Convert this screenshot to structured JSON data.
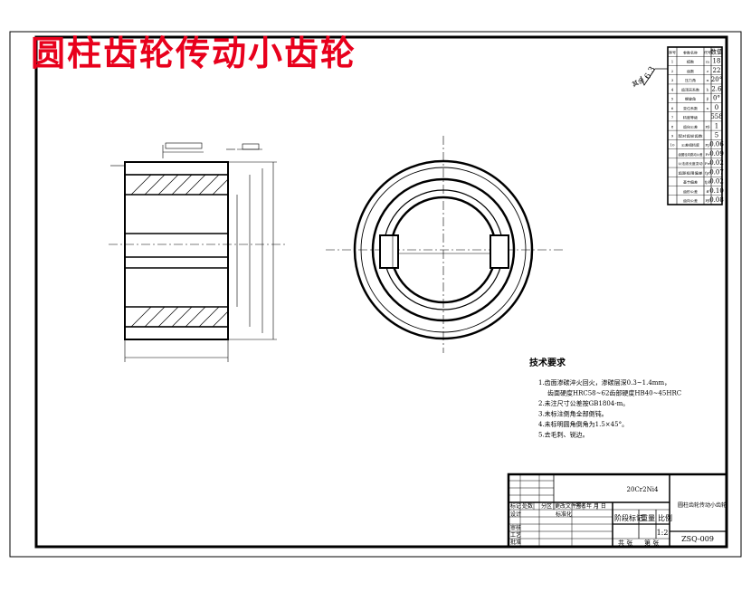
{
  "drawing": {
    "title": "圆柱齿轮传动小齿轮",
    "material": "20Cr2Ni4",
    "drawing_no": "ZSQ-009",
    "scale": "1:2",
    "title_block_labels": {
      "mark": "标记",
      "count": "处数",
      "zone": "分区",
      "change_doc": "更改文件号",
      "signature": "签名",
      "date": "年 月 日",
      "standardization": "标准化",
      "designer": "设计",
      "checker": "审核",
      "process": "工艺",
      "approve": "批准",
      "stage_mark": "阶段标记",
      "weight": "重量",
      "ratio": "比例",
      "sheet_total": "共 张",
      "sheet_no": "第 张"
    }
  },
  "roughness": {
    "value": "6.3",
    "note": "其余"
  },
  "technical_requirements": {
    "heading": "技术要求",
    "items": [
      "1.齿面渗碳淬火回火，渗碳层深0.3~1.4mm，",
      "齿面硬度HRC58~62齿部硬度HB40~45HRC",
      "2.未注尺寸公差按GB1804-m。",
      "3.未标注倒角全部倒钝。",
      "4.未标明圆角倒角为1.5×45°。",
      "5.去毛刺、锐边。"
    ]
  },
  "gear_table": {
    "headers": [
      "序号",
      "参数名称",
      "代号",
      "数值"
    ],
    "rows": [
      [
        "1",
        "模数",
        "m",
        "18"
      ],
      [
        "2",
        "齿数",
        "z",
        "22"
      ],
      [
        "3",
        "压力角",
        "α",
        "20°"
      ],
      [
        "4",
        "齿顶高系数",
        "h",
        "2.6"
      ],
      [
        "5",
        "螺旋角",
        "β",
        "0°"
      ],
      [
        "6",
        "变位系数",
        "x",
        "0"
      ],
      [
        "7",
        "精度等级",
        "",
        "558"
      ],
      [
        "8",
        "齿向公差",
        "Fβ",
        "1"
      ],
      [
        "9",
        "配对齿轮齿数",
        "",
        "5"
      ],
      [
        "10",
        "公差组精度",
        "Fp",
        "0.06"
      ],
      [
        "",
        "齿圈径向跳动公差",
        "Fr",
        "0.09"
      ],
      [
        "",
        "公法线长度变动",
        "Fw",
        "0.02"
      ],
      [
        "",
        "齿距极限偏差",
        "fpt",
        "0.07"
      ],
      [
        "",
        "基节偏差",
        "fpb",
        "0.02"
      ],
      [
        "",
        "齿形公差",
        "ff",
        "0.10"
      ],
      [
        "",
        "齿向公差",
        "Fβ",
        "0.08"
      ]
    ]
  }
}
